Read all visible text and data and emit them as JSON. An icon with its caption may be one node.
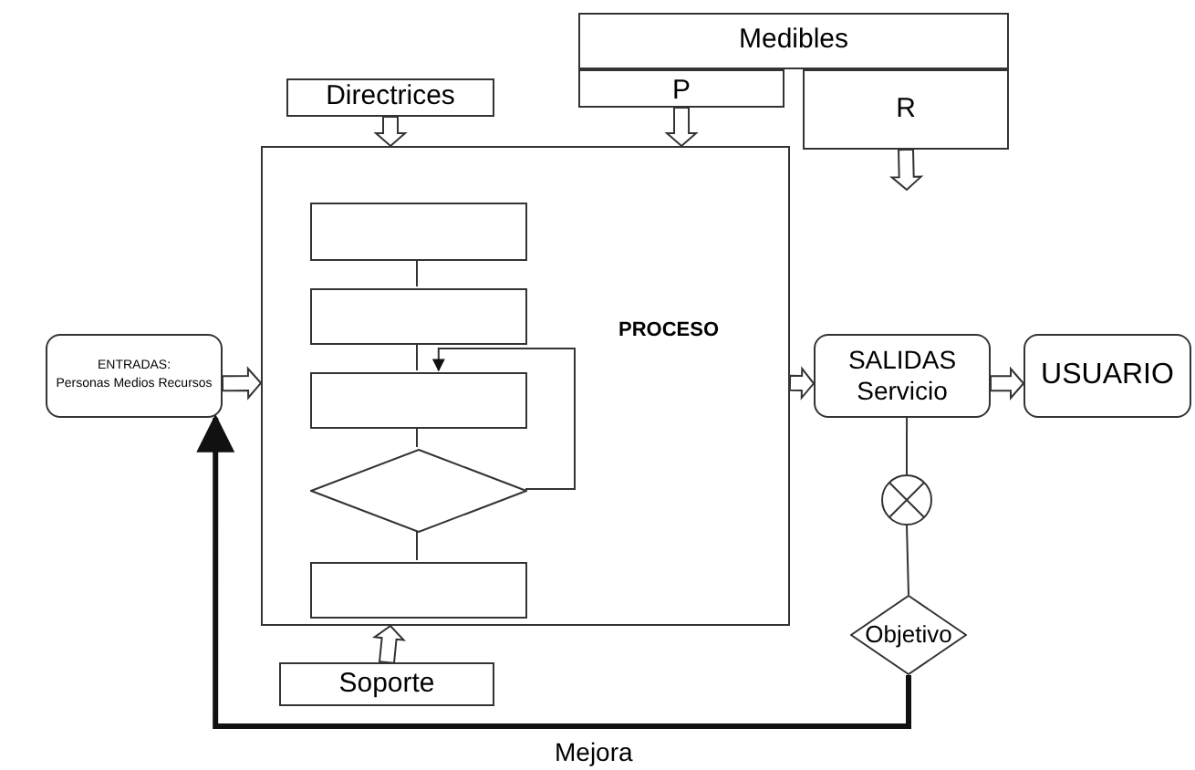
{
  "diagram": {
    "nodes": [
      {
        "text": [
          "Directrices"
        ]
      },
      {
        "text": [
          "Medibles"
        ]
      },
      {
        "text": [
          "P"
        ]
      },
      {
        "text": [
          "R"
        ]
      },
      {
        "text": [
          "PROCESO"
        ]
      },
      {
        "text": [],
        "shape": "box",
        "in": 4
      },
      {
        "text": [],
        "shape": "box",
        "in": 4
      },
      {
        "text": [],
        "shape": "box",
        "in": 4
      },
      {
        "text": [],
        "shape": "diamond",
        "in": 4
      },
      {
        "text": [],
        "shape": "box",
        "in": 4
      },
      {
        "text": [
          "ENTRADAS:",
          "Personas Medios Recursos"
        ]
      },
      {
        "text": [
          "SALIDAS Servicio"
        ]
      },
      {
        "text": [
          "USUARIO"
        ]
      },
      {
        "text": [],
        "shape": "circle"
      },
      {
        "text": [
          "Objetivo"
        ]
      },
      {
        "text": [
          "Soporte"
        ]
      }
    ],
    "edges": [
      {
        "from": 0,
        "to": 4,
        "arrow": "to"
      },
      {
        "from": 2,
        "to": 4,
        "arrow": "to"
      },
      {
        "from": 3,
        "to": null,
        "arrow": "to"
      },
      {
        "from": 15,
        "to": 4,
        "arrow": "to"
      },
      {
        "from": 10,
        "to": 4,
        "arrow": "to"
      },
      {
        "from": 4,
        "to": 11,
        "arrow": "to"
      },
      {
        "from": 11,
        "to": 12,
        "arrow": "to"
      },
      {
        "from": 5,
        "to": 6,
        "arrow": "none"
      },
      {
        "from": 6,
        "to": 7,
        "arrow": "none"
      },
      {
        "from": 7,
        "to": 8,
        "arrow": "none"
      },
      {
        "from": 8,
        "to": 9,
        "arrow": "none"
      },
      {
        "from": 8,
        "to": 7,
        "arrow": "to"
      },
      {
        "from": 11,
        "to": 13,
        "arrow": "none"
      },
      {
        "from": 13,
        "to": 14,
        "arrow": "none"
      },
      {
        "from": 14,
        "to": 10,
        "arrow": "to",
        "label": "Mejora",
        "style": "thick"
      }
    ]
  }
}
